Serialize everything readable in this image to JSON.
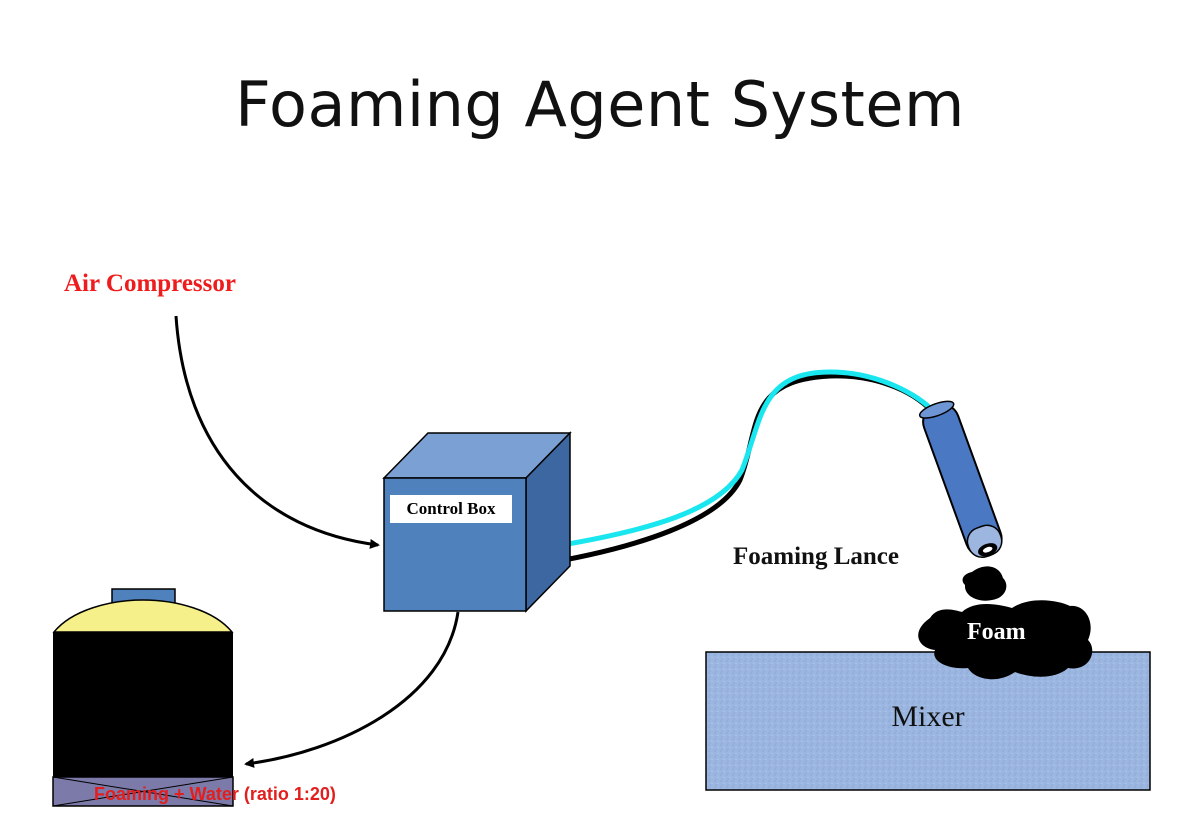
{
  "title": "Foaming Agent System",
  "labels": {
    "air_compressor": "Air Compressor",
    "control_box": "Control Box",
    "foaming_lance": "Foaming Lance",
    "foam": "Foam",
    "mixer": "Mixer",
    "tank": "Foaming + Water (ratio 1:20)"
  },
  "colors": {
    "air_label": "#ee1c1c",
    "tank_label": "#e31e1e",
    "box_front": "#4f81bd",
    "box_top": "#7aa0d4",
    "box_side": "#3c67a0",
    "hose_cyan": "#19e6ee",
    "lance": "#4a78c2",
    "tank_lid": "#f5f08a",
    "tank_base": "#7c7aa8",
    "mixer_fill": "#9bb6e0"
  }
}
